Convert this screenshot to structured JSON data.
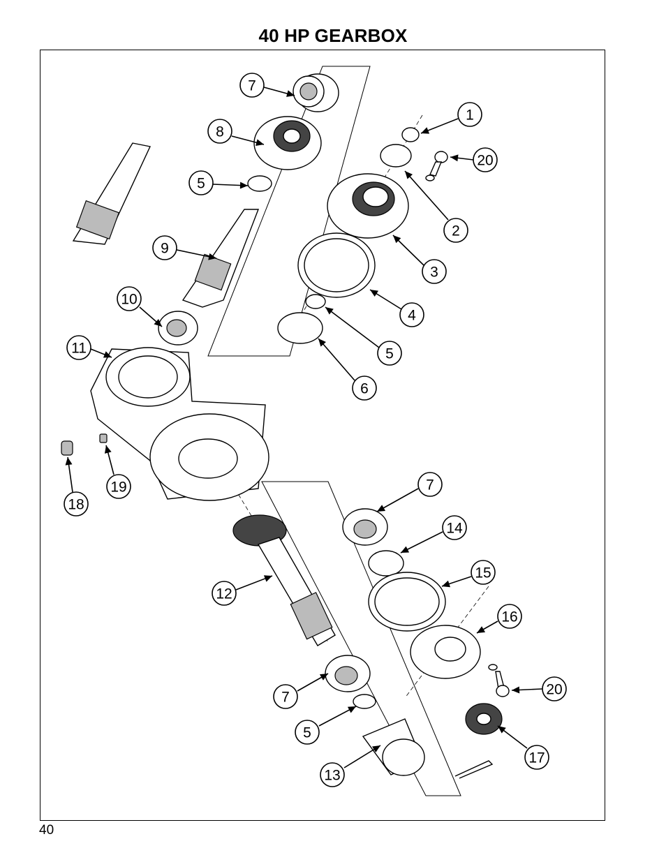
{
  "header": {
    "title": "40 HP GEARBOX"
  },
  "footer": {
    "page_number": "40"
  },
  "callouts": [
    {
      "id": "c7a",
      "label": "7"
    },
    {
      "id": "c8",
      "label": "8"
    },
    {
      "id": "c5a",
      "label": "5"
    },
    {
      "id": "c9",
      "label": "9"
    },
    {
      "id": "c10",
      "label": "10"
    },
    {
      "id": "c11",
      "label": "11"
    },
    {
      "id": "c18",
      "label": "18"
    },
    {
      "id": "c19",
      "label": "19"
    },
    {
      "id": "c1",
      "label": "1"
    },
    {
      "id": "c20a",
      "label": "20"
    },
    {
      "id": "c2",
      "label": "2"
    },
    {
      "id": "c3",
      "label": "3"
    },
    {
      "id": "c4",
      "label": "4"
    },
    {
      "id": "c5b",
      "label": "5"
    },
    {
      "id": "c6",
      "label": "6"
    },
    {
      "id": "c7b",
      "label": "7"
    },
    {
      "id": "c14",
      "label": "14"
    },
    {
      "id": "c15",
      "label": "15"
    },
    {
      "id": "c16",
      "label": "16"
    },
    {
      "id": "c12",
      "label": "12"
    },
    {
      "id": "c20b",
      "label": "20"
    },
    {
      "id": "c7c",
      "label": "7"
    },
    {
      "id": "c5c",
      "label": "5"
    },
    {
      "id": "c17",
      "label": "17"
    },
    {
      "id": "c13",
      "label": "13"
    }
  ]
}
